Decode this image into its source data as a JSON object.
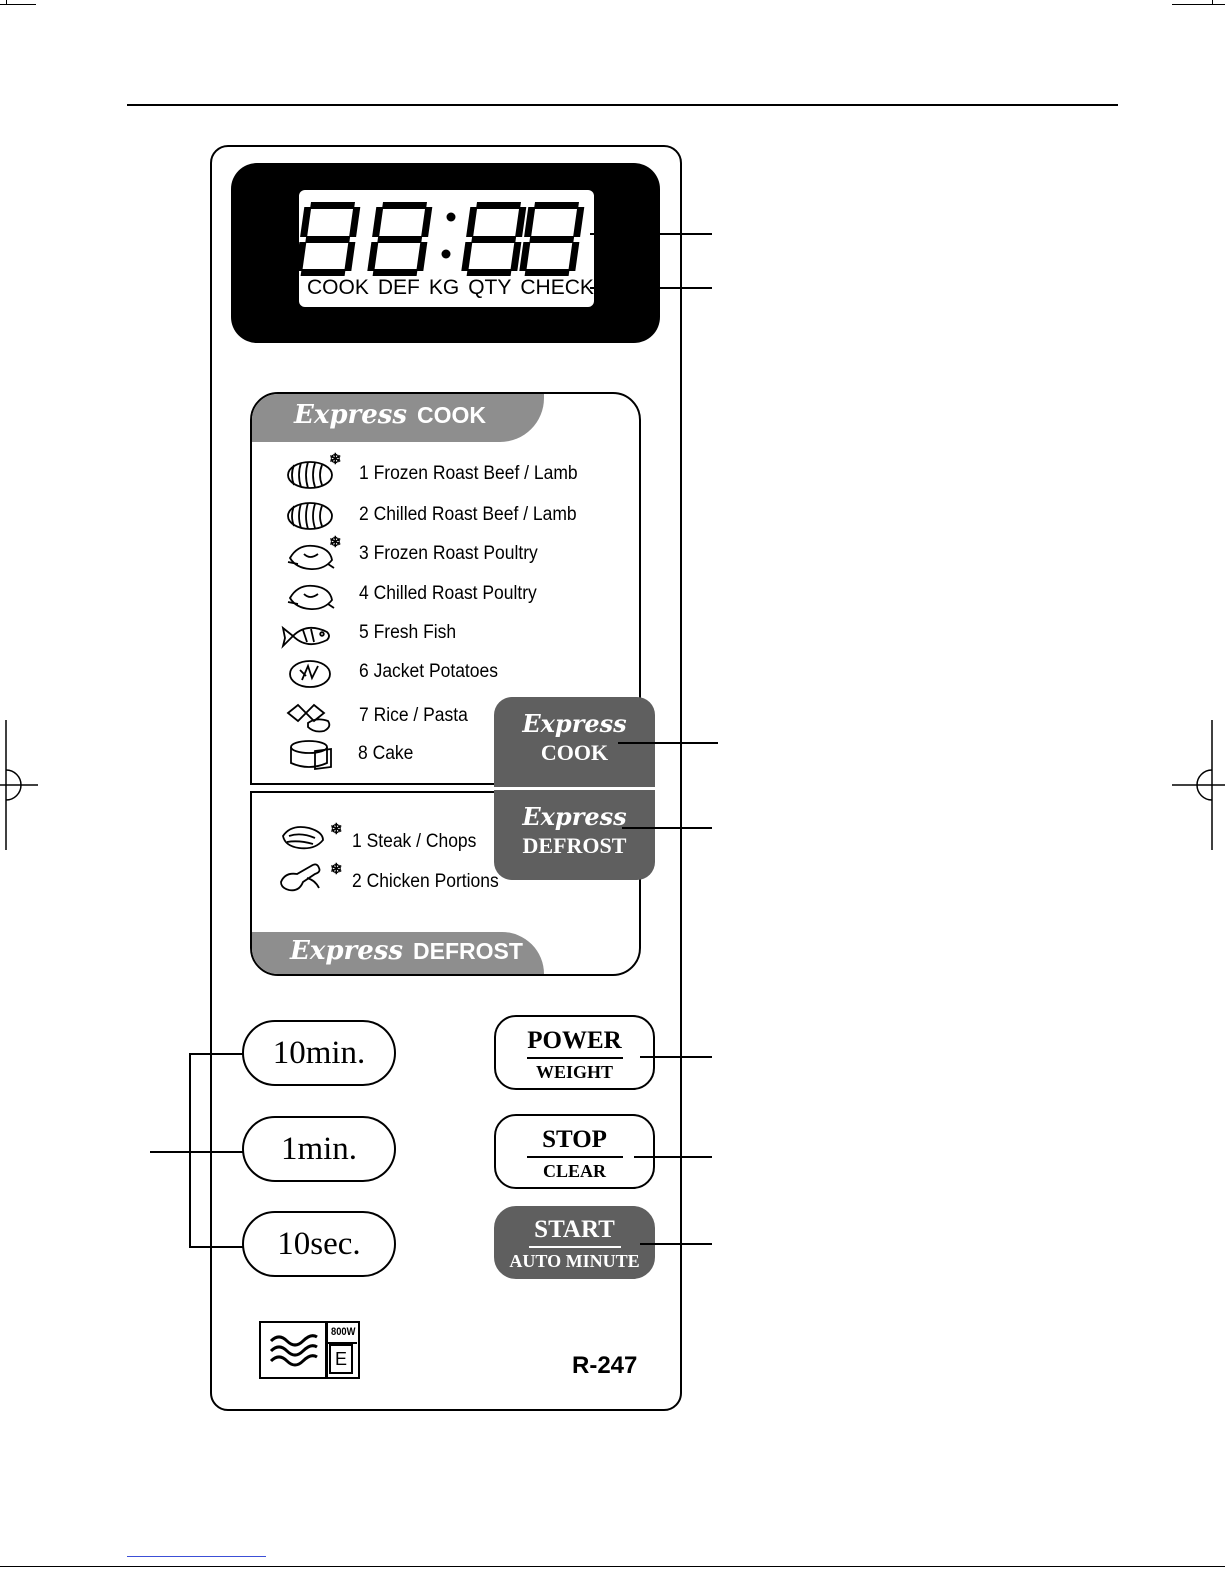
{
  "display": {
    "digits": "88:88",
    "indicators": [
      "COOK",
      "DEF",
      "KG",
      "QTY",
      "CHECK"
    ]
  },
  "express_cook": {
    "heading_script": "Express",
    "heading_word": "COOK",
    "items": [
      {
        "label": "1 Frozen Roast Beef / Lamb",
        "frozen": true,
        "icon": "roast-joint-icon"
      },
      {
        "label": "2 Chilled Roast Beef / Lamb",
        "frozen": false,
        "icon": "roast-joint-icon"
      },
      {
        "label": "3 Frozen Roast Poultry",
        "frozen": true,
        "icon": "roast-poultry-icon"
      },
      {
        "label": "4 Chilled Roast Poultry",
        "frozen": false,
        "icon": "roast-poultry-icon"
      },
      {
        "label": "5 Fresh Fish",
        "frozen": false,
        "icon": "fish-icon"
      },
      {
        "label": "6 Jacket Potatoes",
        "frozen": false,
        "icon": "potato-icon"
      },
      {
        "label": "7 Rice / Pasta",
        "frozen": false,
        "icon": "pasta-icon"
      },
      {
        "label": "8 Cake",
        "frozen": false,
        "icon": "cake-icon"
      }
    ]
  },
  "express_defrost": {
    "heading_script": "Express",
    "heading_word": "DEFROST",
    "items": [
      {
        "label": "1 Steak / Chops",
        "frozen": true,
        "icon": "steak-icon"
      },
      {
        "label": "2 Chicken Portions",
        "frozen": true,
        "icon": "chicken-leg-icon"
      }
    ]
  },
  "buttons": {
    "express_cook": {
      "script": "Express",
      "word": "COOK"
    },
    "express_defrost": {
      "script": "Express",
      "word": "DEFROST"
    },
    "ten_min": "10min.",
    "one_min": "1min.",
    "ten_sec": "10sec.",
    "power_weight": {
      "top": "POWER",
      "bottom": "WEIGHT"
    },
    "stop_clear": {
      "top": "STOP",
      "bottom": "CLEAR"
    },
    "start_auto": {
      "top": "START",
      "bottom": "AUTO MINUTE"
    }
  },
  "emblem": {
    "watt": "800W",
    "class": "E",
    "icon": "microwave-waves-icon"
  },
  "model": "R-247",
  "colors": {
    "panel_dark": "#000000",
    "button_dark": "#5f5f5f",
    "heading_grey": "#8e8e8e"
  }
}
